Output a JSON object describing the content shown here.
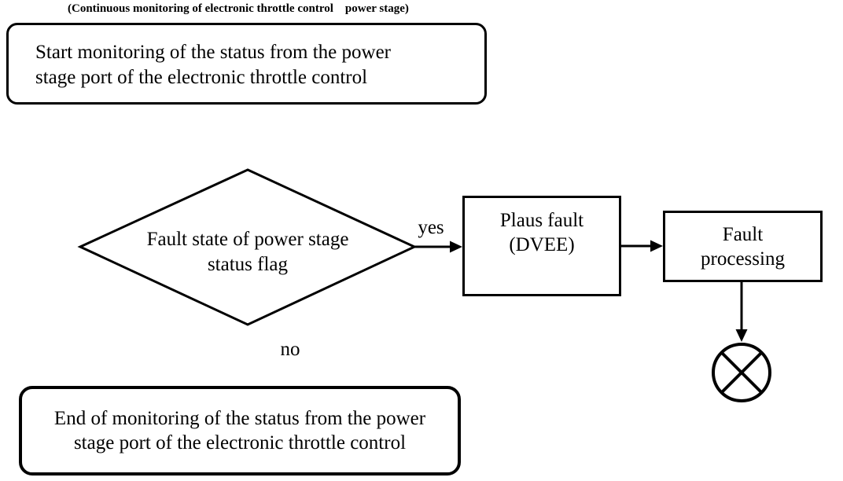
{
  "caption": "(Continuous monitoring of electronic throttle control    power stage)",
  "nodes": {
    "start": {
      "shape": "rounded-rectangle",
      "lines": [
        "Start monitoring of the status from the power",
        "stage port of the electronic throttle control"
      ]
    },
    "decision": {
      "shape": "diamond",
      "lines": [
        "Fault state of power stage",
        "status flag"
      ]
    },
    "plaus_fault": {
      "shape": "rectangle",
      "lines": [
        "Plaus fault",
        "(DVEE)"
      ]
    },
    "fault_processing": {
      "shape": "rectangle",
      "lines": [
        "Fault",
        "processing"
      ]
    },
    "end": {
      "shape": "rounded-rectangle",
      "lines": [
        "End of monitoring of the status from the power",
        "stage port of the electronic throttle control"
      ]
    },
    "terminator": {
      "shape": "circle-with-x"
    }
  },
  "edge_labels": {
    "yes": "yes",
    "no": "no"
  },
  "colors": {
    "ink": "#000000",
    "background": "#ffffff"
  }
}
